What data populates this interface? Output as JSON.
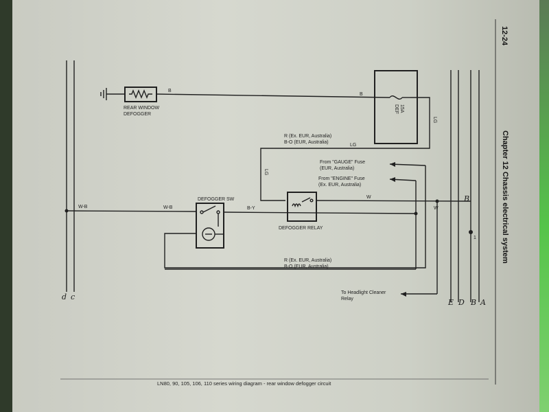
{
  "page_number": "12-24",
  "chapter_title": "Chapter 12  Chassis electrical system",
  "caption": "LN80, 90, 105, 106, 110 series wiring diagram - rear window defogger circuit",
  "components": {
    "rear_window_defogger": [
      "REAR WINDOW",
      "DEFOGGER"
    ],
    "fuse": [
      "15A",
      "DEF"
    ],
    "defogger_sw": "DEFOGGER SW",
    "defogger_relay": "DEFOGGER RELAY"
  },
  "wire_labels": {
    "b_left": "B",
    "b_right": "B",
    "lg_fuse": "LG",
    "lg_top": "LG",
    "lg_vertical": "LG",
    "w_left": "W-B",
    "w_mid": "W-B",
    "by": "B-Y",
    "w_relay": "W",
    "w_vertical": "W"
  },
  "notes": {
    "top_r": "R (Ex. EUR, Australia)",
    "top_bo": "B-O (EUR, Australia)",
    "gauge_1": "From \"GAUGE\" Fuse",
    "gauge_2": "(EUR, Australia)",
    "engine_1": "From \"ENGINE\" Fuse",
    "engine_2": "(Ex. EUR, Australia)",
    "bottom_r": "R (Ex. EUR, Australia)",
    "bottom_bo": "B-O (EUR, Australia)",
    "headlight_1": "To Headlight Cleaner",
    "headlight_2": "Relay"
  },
  "bus_labels": {
    "left": [
      "d",
      "c"
    ],
    "right": [
      "E",
      "D",
      "B",
      "A"
    ],
    "right_top": "B",
    "right_mid": "1"
  }
}
